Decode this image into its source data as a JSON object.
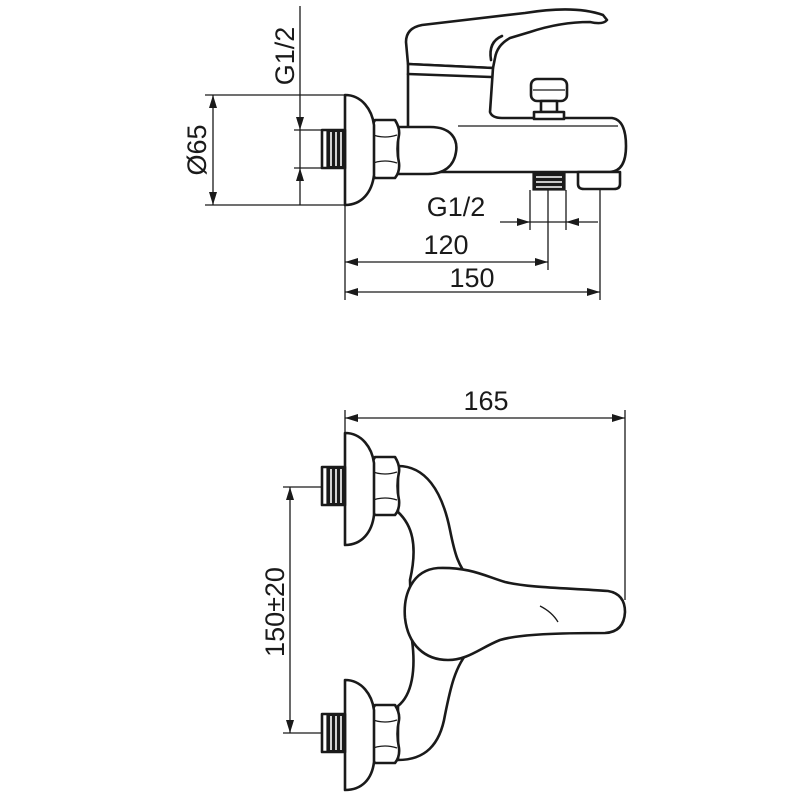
{
  "side_view": {
    "thread_inlet_label": "G1/2",
    "flange_diameter_label": "Ø65",
    "thread_outlet_label": "G1/2",
    "outlet_distance_label": "120",
    "total_depth_label": "150"
  },
  "plan_view": {
    "total_width_label": "165",
    "inlet_spacing_label": "150±20"
  },
  "colors": {
    "line": "#1a1a1a",
    "background": "#ffffff"
  }
}
